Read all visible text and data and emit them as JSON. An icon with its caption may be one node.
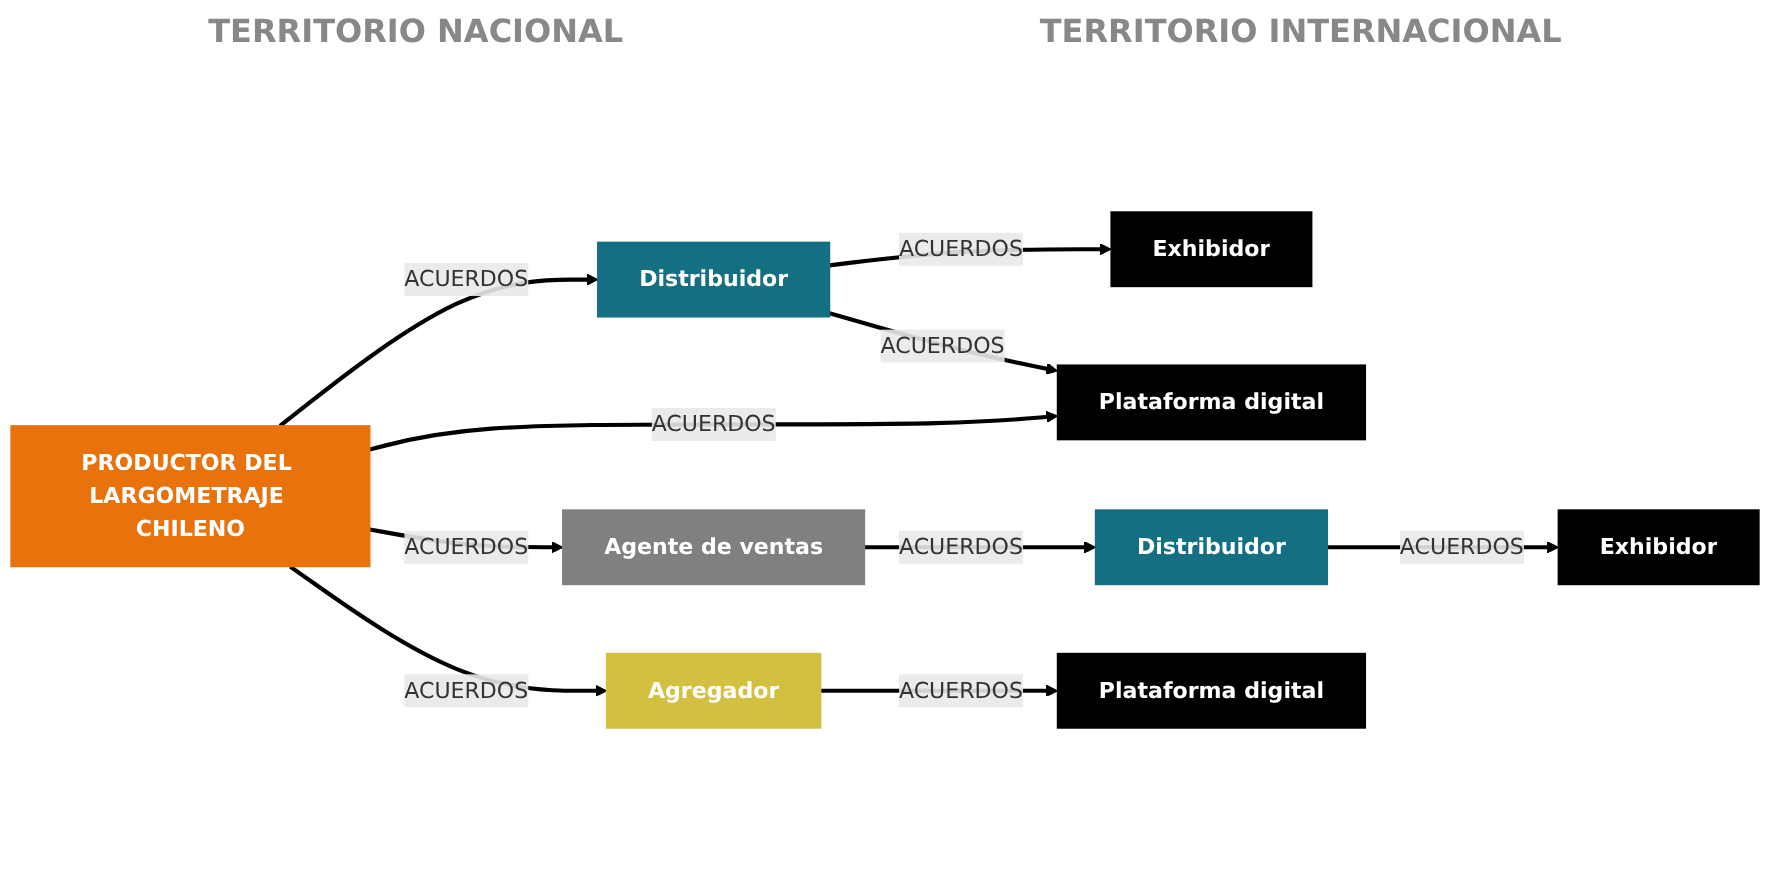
{
  "diagram": {
    "nodes": [
      {
        "text": [
          "Exhibidor"
        ]
      },
      {
        "text": [
          "Plataforma digital"
        ]
      },
      {
        "text": [
          "Distribuidor"
        ]
      },
      {
        "text": [
          "PRODUCTOR DEL LARGOMETRAJE CHILENO"
        ]
      },
      {
        "text": [
          "Agente de ventas"
        ]
      },
      {
        "text": [
          "Distribuidor"
        ]
      },
      {
        "text": [
          "Exhibidor"
        ]
      },
      {
        "text": [
          "Agregador"
        ]
      },
      {
        "text": [
          "Plataforma digital"
        ]
      }
    ],
    "edges": [
      {
        "from": 3,
        "to": 2,
        "arrow": "to",
        "label": "ACUERDOS"
      },
      {
        "from": 2,
        "to": 0,
        "arrow": "to",
        "label": "ACUERDOS"
      },
      {
        "from": 2,
        "to": 1,
        "arrow": "to",
        "label": "ACUERDOS"
      },
      {
        "from": 3,
        "to": 1,
        "arrow": "to",
        "label": "ACUERDOS"
      },
      {
        "from": 3,
        "to": 4,
        "arrow": "to",
        "label": "ACUERDOS"
      },
      {
        "from": 4,
        "to": 5,
        "arrow": "to",
        "label": "ACUERDOS"
      },
      {
        "from": 5,
        "to": 6,
        "arrow": "to",
        "label": "ACUERDOS"
      },
      {
        "from": 3,
        "to": 7,
        "arrow": "to",
        "label": "ACUERDOS"
      },
      {
        "from": 7,
        "to": 8,
        "arrow": "to",
        "label": "ACUERDOS"
      }
    ],
    "labels": [
      "TERRITORIO NACIONAL",
      "TERRITORIO INTERNACIONAL"
    ]
  }
}
